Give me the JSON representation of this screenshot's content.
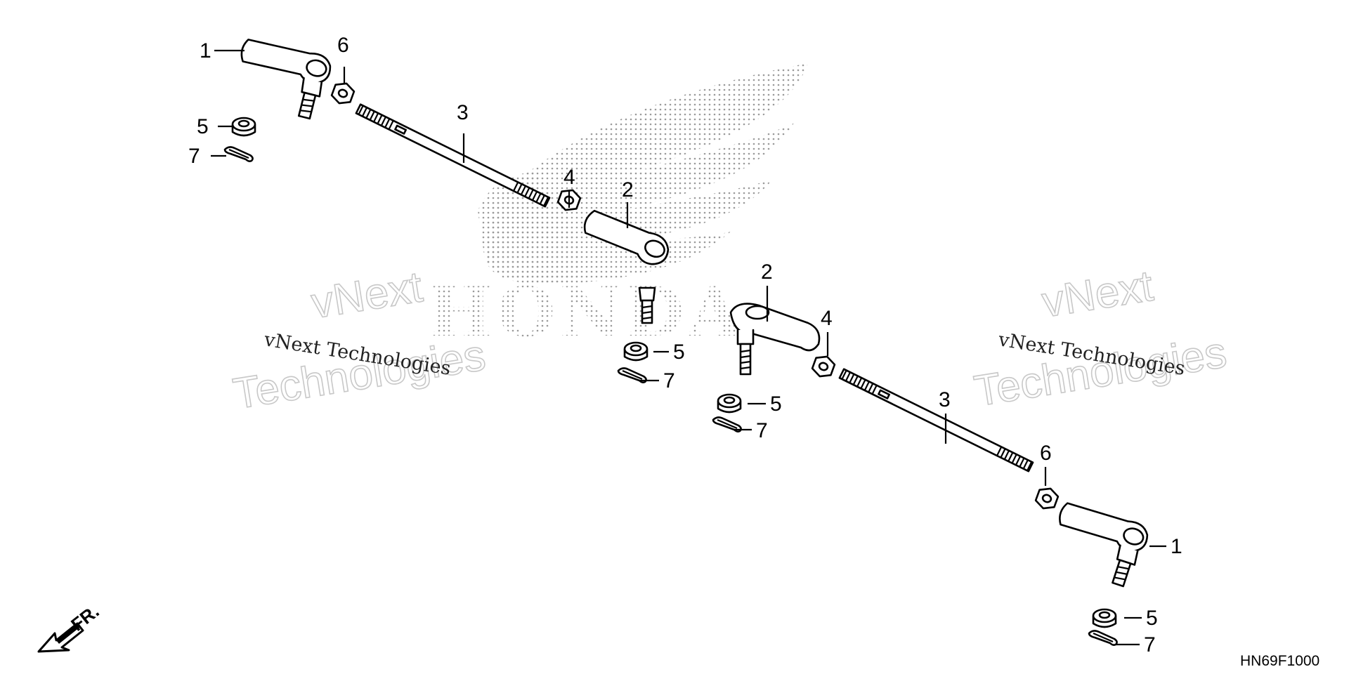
{
  "diagram": {
    "drawing_code": "HN69F1000",
    "direction_label": "FR.",
    "brand_watermark": "HONDA",
    "watermark": {
      "big_line1": "vNext",
      "big_line2": "Technologies",
      "small": "vNext Technologies"
    },
    "callouts": {
      "c1": "1",
      "c2": "2",
      "c3": "3",
      "c4": "4",
      "c5": "5",
      "c6": "6",
      "c7": "7"
    }
  }
}
